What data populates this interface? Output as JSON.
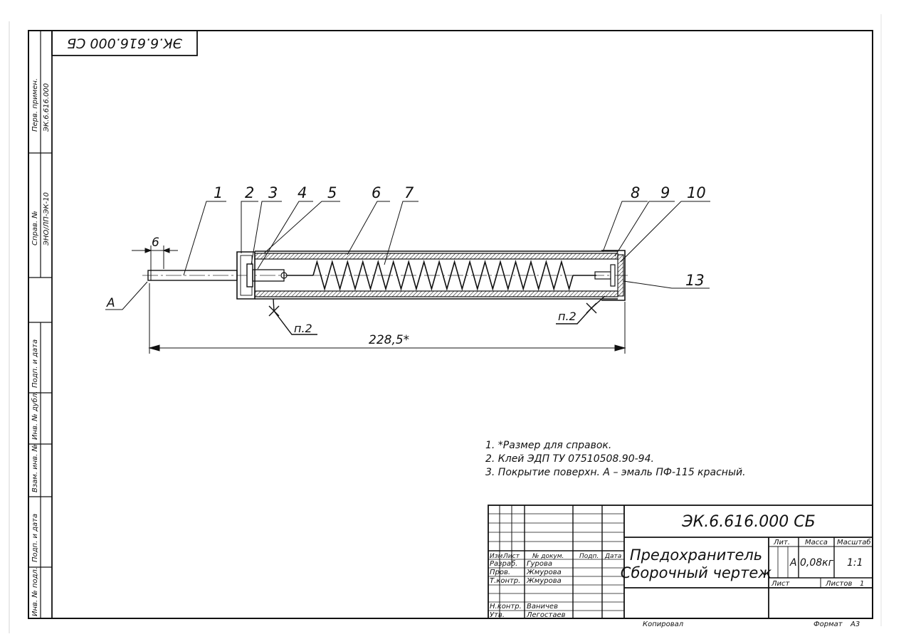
{
  "document": {
    "number": "ЭК.6.616.000 СБ",
    "number_rotated": "ЭК.6.616.000 СБ",
    "title_line1": "Предохранитель",
    "title_line2": "Сборочный чертеж"
  },
  "side_strip": {
    "perv_primen_label": "Перв. примен.",
    "perv_primen_value": "ЭК.6.616.000",
    "sprav_label": "Справ. №",
    "sprav_value": "ЭНО/ЛП-ЭК-10",
    "podp_data_1": "Подп. и дата",
    "inv_dubl": "Инв. № дубл.",
    "vzam_inv": "Взам. инв. №",
    "podp_data_2": "Подп. и дата",
    "inv_podl": "Инв. № подл."
  },
  "callouts": [
    "1",
    "2",
    "3",
    "4",
    "5",
    "6",
    "7",
    "8",
    "9",
    "10",
    "13"
  ],
  "dimensions": {
    "small": "6",
    "overall": "228,5*",
    "surface_label": "А",
    "weld_left": "п.2",
    "weld_right": "п.2"
  },
  "notes": [
    "1. *Размер для справок.",
    "2. Клей ЭДП ТУ 07510508.90-94.",
    "3. Покрытие поверхн. А – эмаль ПФ-115 красный."
  ],
  "title_block": {
    "headers": {
      "izm": "Изм.",
      "list": "Лист",
      "doc": "№ докум.",
      "podp": "Подп.",
      "data": "Дата"
    },
    "rows": [
      {
        "role": "Разраб.",
        "name": "Гурова"
      },
      {
        "role": "Пров.",
        "name": "Жмурова"
      },
      {
        "role": "Т.контр.",
        "name": "Жмурова"
      },
      {
        "role": "Н.контр.",
        "name": "Ваничев"
      },
      {
        "role": "Утв.",
        "name": "Легостаев"
      }
    ],
    "lit_label": "Лит.",
    "mass_label": "Масса",
    "scale_label": "Масштаб",
    "lit_value": "А",
    "mass_value": "0,08кг",
    "scale_value": "1:1",
    "sheet_label": "Лист",
    "sheets_label": "Листов",
    "sheets_value": "1"
  },
  "footer": {
    "copied": "Копировал",
    "format_label": "Формат",
    "format_value": "А3"
  }
}
